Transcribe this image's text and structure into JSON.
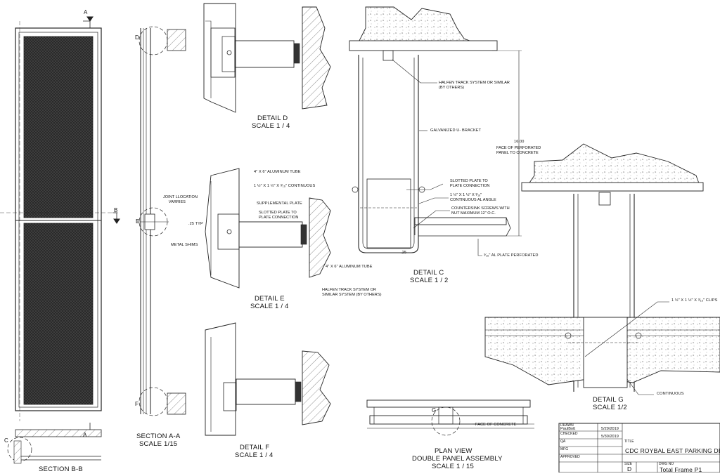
{
  "section_letters": {
    "a_top": "A",
    "a_bottom": "A",
    "b": "B",
    "c": "C",
    "d": "D",
    "e": "E",
    "f": "F",
    "g": "G"
  },
  "captions": {
    "section_bb": "SECTION B-B",
    "section_aa_title": "SECTION A-A",
    "section_aa_scale": "SCALE 1/15",
    "detail_d_title": "DETAIL  D",
    "detail_d_scale": "SCALE 1 / 4",
    "detail_e_title": "DETAIL  E",
    "detail_e_scale": "SCALE 1 / 4",
    "detail_f_title": "DETAIL  F",
    "detail_f_scale": "SCALE 1 / 4",
    "detail_c_title": "DETAIL  C",
    "detail_c_scale": "SCALE 1 / 2",
    "detail_g_title": "DETAIL  G",
    "detail_g_scale": "SCALE 1/2",
    "plan_title": "PLAN VIEW",
    "plan_subtitle": "DOUBLE PANEL ASSEMBLY",
    "plan_scale": "SCALE 1 / 15"
  },
  "notes": {
    "alum_tube_e": "4\" X 6\" ALUMINUM TUBE",
    "continuous_e": "1 ½\" X 1 ½\" X ³⁄₁₆\" CONTINUOUS",
    "joint_location": "JOINT LLOCATION\n     VARRIES",
    "supplemental_plate": "SUPPLEMENTAL PLATE",
    "slotted_plate_e": "SLOTTED PLATE TO\nPLATE CONNECTION",
    "dim_25_typ": ".25 TYP",
    "metal_shims": "METAL SHIMS",
    "alum_tube_e_bottom": "4\" X 6\" ALUMINUM TUBE",
    "halfen_e": "HALFEN TRACK SYSTEM OR\nSIMILAR SYSTEM (BY OTHERS)",
    "halfen_c": "HALFEN TRACK SYSTEM OR SIMILAR\n(BY OTHERS)",
    "galvanized_bracket": "GALVANIZED U- BRACKET",
    "dim_16": "16.00",
    "face_perforated": "FACE OF PERFORATED\nPANEL TO CONCRETE",
    "slotted_plate_c": "SLOTTED PLATE TO\nPLATE CONNECTION",
    "al_angle_c": "1 ½\" X 1 ½\" X ³⁄₁₆\"\nCONTINUOUS AL ANGLE",
    "countersink": "COUNTERSINK SCREWS WITH\nNUT MAXIMUM 12\" O.C.",
    "dim_25_c": ".25",
    "al_plate_perforated": "³⁄₁₆\" AL PLATE PERFORATED",
    "clips_g": "1 ½\" X 1 ½\" X ³⁄₁₆\" CLIPS",
    "continuous_g": "CONTINUOUS",
    "face_of_concrete": "FACE OF CONCRETE"
  },
  "title_block": {
    "drawn_label": "DRAWN",
    "drawn_value": "PaulBott",
    "drawn_date": "5/29/2019",
    "checked_label": "CHECKED",
    "checked_date": "5/30/2019",
    "qa_label": "QA",
    "mfg_label": "MFG",
    "approved_label": "APPROVED",
    "title_label": "TITLE",
    "title_value": "CDC ROYBAL EAST PARKING DECK",
    "size_label": "SIZE",
    "size_value": "D",
    "dwg_no_label": "DWG NO",
    "dwg_no_value": "Total Frame P1"
  }
}
